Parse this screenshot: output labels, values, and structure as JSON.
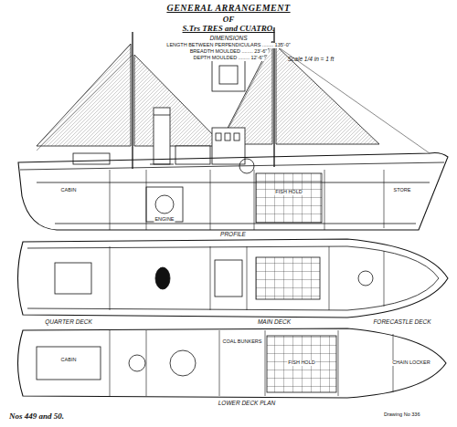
{
  "diagram": {
    "title": "GENERAL ARRANGEMENT",
    "labels": [
      "OF",
      "S.Trs TRES and CUATRO.",
      "DIMENSIONS",
      "LENGTH BETWEEN PERPENDICULARS ........ 135'-0\"",
      "BREADTH MOULDED ........ 23'-6\"",
      "DEPTH MOULDED ........ 12'-6\"",
      "Scale 1/4 in = 1 ft",
      "PROFILE",
      "QUARTER DECK",
      "MAIN DECK",
      "FORECASTLE DECK",
      "LOWER DECK PLAN",
      "Nos 449 and 50.",
      "Drawing No 336",
      "CABIN",
      "ENGINE",
      "FISH HOLD",
      "STORE",
      "CABIN",
      "COAL BUNKERS",
      "FISH HOLD",
      "CHAIN LOCKER"
    ]
  }
}
